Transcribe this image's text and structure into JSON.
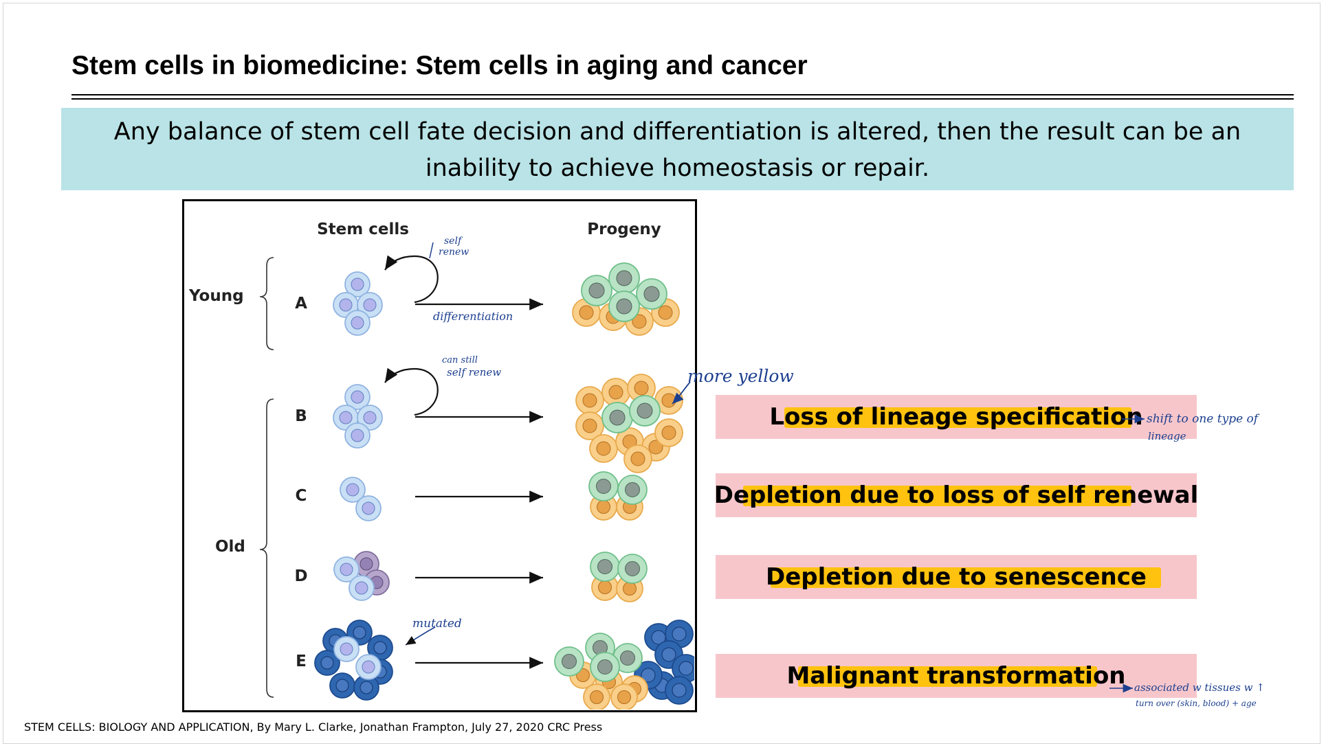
{
  "slide": {
    "title": "Stem cells in biomedicine: Stem cells in aging and cancer",
    "banner": "Any balance of stem cell fate decision and differentiation is altered, then the result can be an inability to achieve homeostasis or repair.",
    "citation": "STEM CELLS: BIOLOGY AND APPLICATION, By Mary L. Clarke, Jonathan Frampton, July 27, 2020 CRC Press"
  },
  "figure": {
    "col_stem": "Stem cells",
    "col_progeny": "Progeny",
    "group_young": "Young",
    "group_old": "Old",
    "rows": [
      "A",
      "B",
      "C",
      "D",
      "E"
    ],
    "handwritten": {
      "self_renew": [
        "self",
        "renew"
      ],
      "differentiation": "differentiation",
      "can_still": [
        "can still",
        "self renew"
      ],
      "more_yellow": "more yellow",
      "mutated": "mutated"
    }
  },
  "outcomes": [
    {
      "label": "Loss of lineage specification",
      "note_lines": [
        "shift to one type of",
        "lineage"
      ]
    },
    {
      "label": "Depletion due to loss of self renewal"
    },
    {
      "label": "Depletion due to senescence"
    },
    {
      "label": "Malignant transformation",
      "note_lines": [
        "associated w tissues w ↑",
        "turn over (skin, blood) + age"
      ]
    }
  ],
  "colors": {
    "banner_bg": "#b9e3e6",
    "outcome_bg": "#f7c6cb",
    "highlight": "#ffc20e",
    "ink": "#1c3f8f"
  }
}
